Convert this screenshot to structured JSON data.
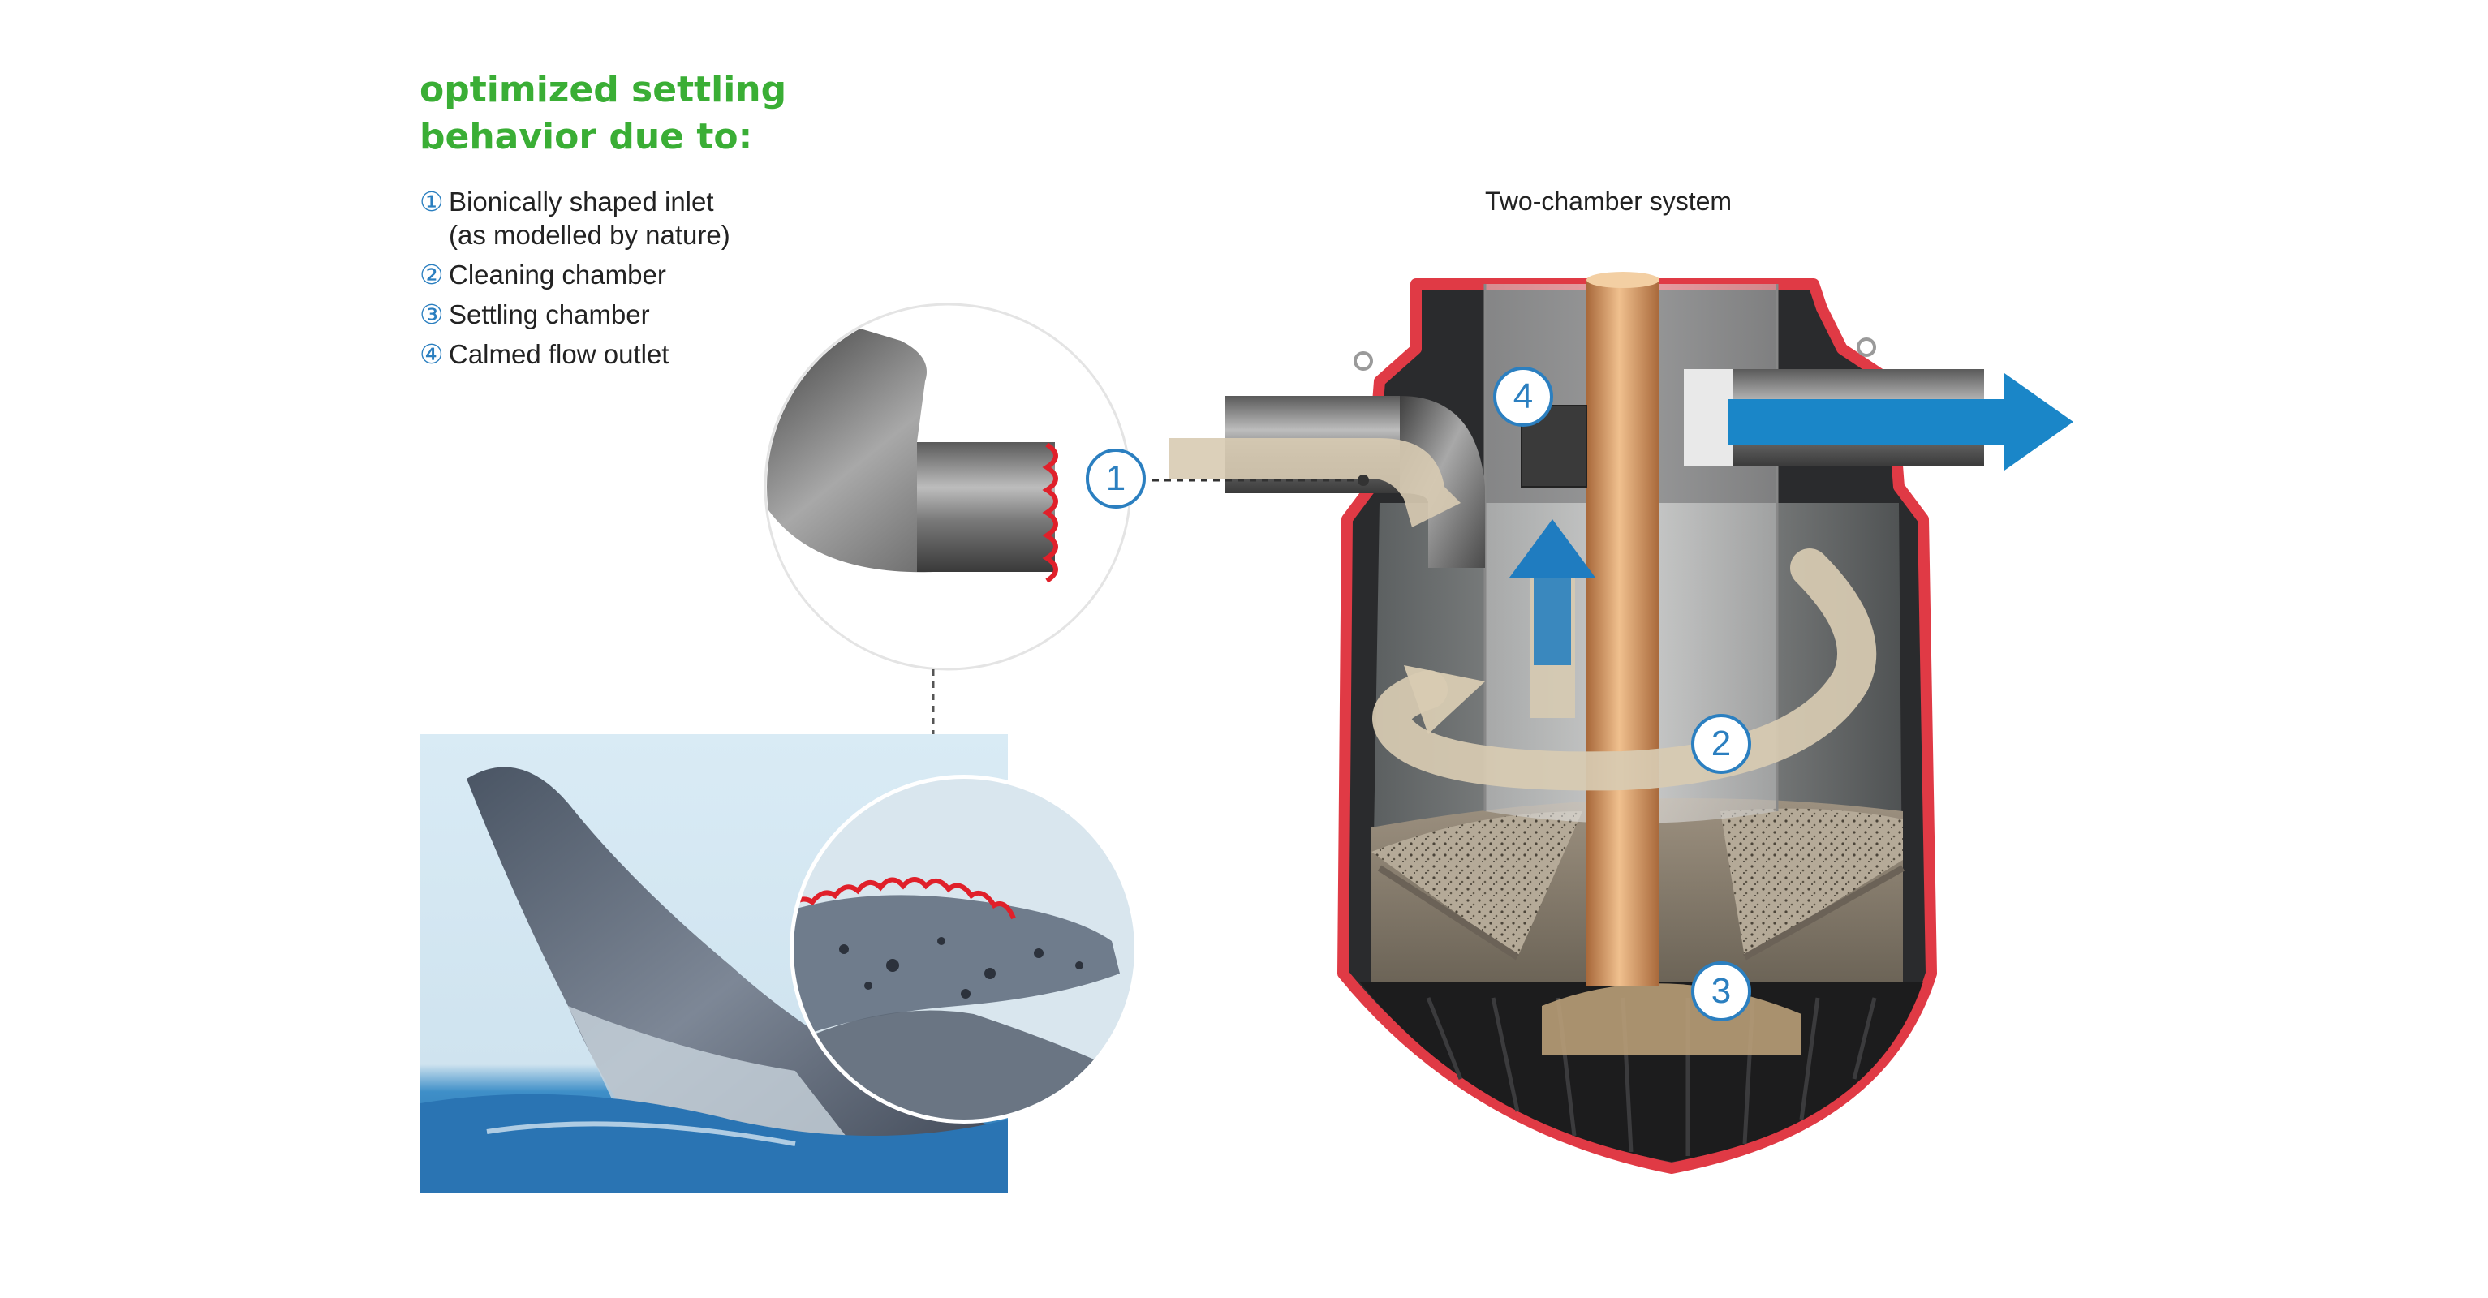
{
  "heading": {
    "line1": "optimized settling",
    "line2": "behavior due to:"
  },
  "legend": {
    "items": [
      {
        "num": "①",
        "label": "Bionically shaped inlet",
        "sub": "(as modelled by nature)"
      },
      {
        "num": "②",
        "label": "Cleaning chamber"
      },
      {
        "num": "③",
        "label": "Settling chamber"
      },
      {
        "num": "④",
        "label": "Calmed flow outlet"
      }
    ]
  },
  "system_title": "Two-chamber system",
  "callouts": {
    "c1": "1",
    "c2": "2",
    "c3": "3",
    "c4": "4"
  },
  "colors": {
    "heading_green": "#3aae35",
    "callout_blue": "#2b7fc0",
    "housing_red": "#e03a45",
    "outlet_arrow_blue": "#1a86c8",
    "flow_beige": "#d8cbb2",
    "pipe_copper": "#d79a62"
  }
}
